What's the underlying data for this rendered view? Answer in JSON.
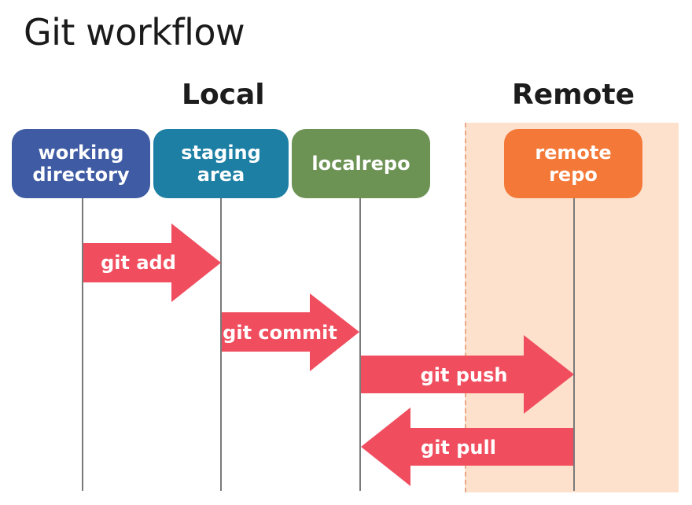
{
  "title": "Git workflow",
  "sections": {
    "local": "Local",
    "remote": "Remote"
  },
  "nodes": [
    {
      "label": "working\ndirectory",
      "color": "#3e5ba3"
    },
    {
      "label": "staging\narea",
      "color": "#1c7fa3"
    },
    {
      "label": "localrepo",
      "color": "#6c9254"
    },
    {
      "label": "remote\nrepo",
      "color": "#f47837"
    }
  ],
  "arrows": [
    {
      "label": "git add",
      "from": "working directory",
      "to": "staging area",
      "direction": "right"
    },
    {
      "label": "git commit",
      "from": "staging area",
      "to": "localrepo",
      "direction": "right"
    },
    {
      "label": "git push",
      "from": "localrepo",
      "to": "remote repo",
      "direction": "right"
    },
    {
      "label": "git pull",
      "from": "remote repo",
      "to": "localrepo",
      "direction": "left"
    }
  ],
  "colors": {
    "arrow": "#f04e5f",
    "remote_zone": "#fde1cc",
    "lifeline": "#7a7a7a"
  }
}
